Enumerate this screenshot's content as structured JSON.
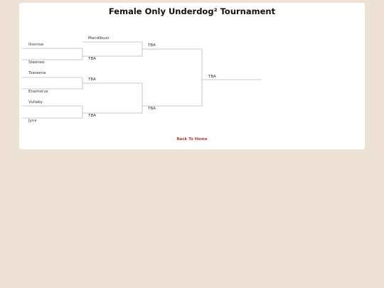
{
  "page": {
    "title": "Female Only Underdog² Tournament",
    "back_link": "Back To Home"
  },
  "bracket": {
    "round1": [
      "Illumise",
      "Steenee",
      "Tsareena",
      "Enamorus",
      "Vullaby",
      "Jynx"
    ],
    "round2": [
      "Mandibuzz",
      "TBA",
      "TBA",
      "TBA"
    ],
    "round3": [
      "TBA",
      "TBA"
    ],
    "final": [
      "TBA"
    ]
  },
  "colors": {
    "background": "#ede2d5",
    "card": "#ffffff",
    "line": "#b8b8b8",
    "link": "#c0392b"
  }
}
